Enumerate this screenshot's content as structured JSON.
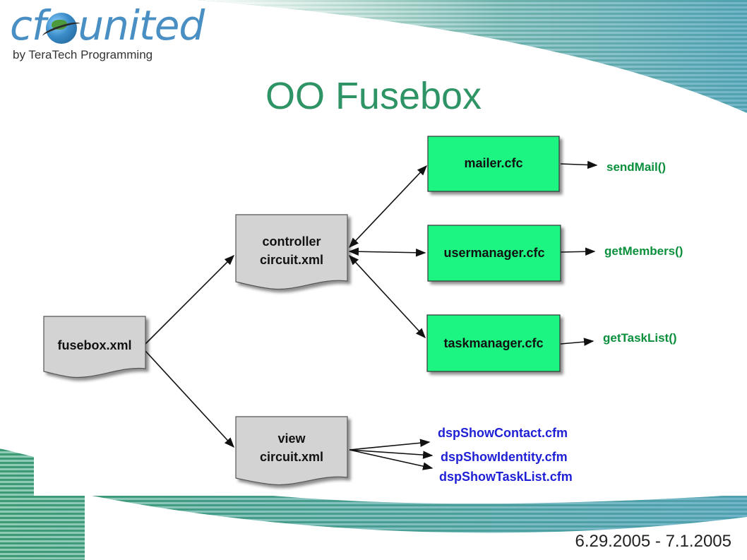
{
  "brand": {
    "name_prefix": "cf",
    "name_suffix": "united",
    "tagline": "by TeraTech Programming"
  },
  "slide": {
    "title": "OO Fusebox",
    "date_range": "6.29.2005 - 7.1.2005"
  },
  "diagram": {
    "nodes": {
      "fusebox": "fusebox.xml",
      "controller_line1": "controller",
      "controller_line2": "circuit.xml",
      "view_line1": "view",
      "view_line2": "circuit.xml",
      "mailer": "mailer.cfc",
      "usermanager": "usermanager.cfc",
      "taskmanager": "taskmanager.cfc"
    },
    "methods": {
      "mailer": "sendMail()",
      "usermanager": "getMembers()",
      "taskmanager": "getTaskList()"
    },
    "views": [
      "dspShowContact.cfm",
      "dspShowIdentity.cfm",
      "dspShowTaskList.cfm"
    ]
  },
  "colors": {
    "title": "#2e9466",
    "cfc_fill": "#1ef582",
    "file_fill": "#d3d3d3",
    "method_text": "#0a8f3c",
    "view_text": "#1f1fd6",
    "stripe": "#3f9a7a"
  }
}
